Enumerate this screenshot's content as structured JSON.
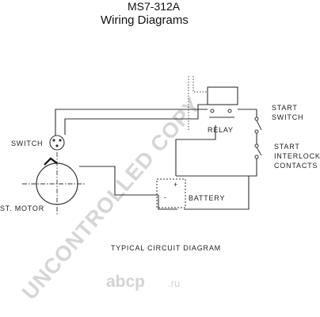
{
  "header": {
    "model": "MS7-312A",
    "title": "Wiring Diagrams"
  },
  "labels": {
    "switch": "SWITCH",
    "st_motor": "ST. MOTOR",
    "relay": "RELAY",
    "battery": "BATTERY",
    "plus": "+",
    "minus": "-",
    "start_switch_1": "START",
    "start_switch_2": "SWITCH",
    "interlock_1": "START",
    "interlock_2": "INTERLOCK",
    "interlock_3": "CONTACTS"
  },
  "caption": "TYPICAL CIRCUIT DIAGRAM",
  "watermark": "UNCONTROLLED COPY",
  "logo": {
    "main": "abcp",
    "suffix": ".ru"
  },
  "colors": {
    "ink": "#333333",
    "watermark": "#d6d6d6"
  }
}
